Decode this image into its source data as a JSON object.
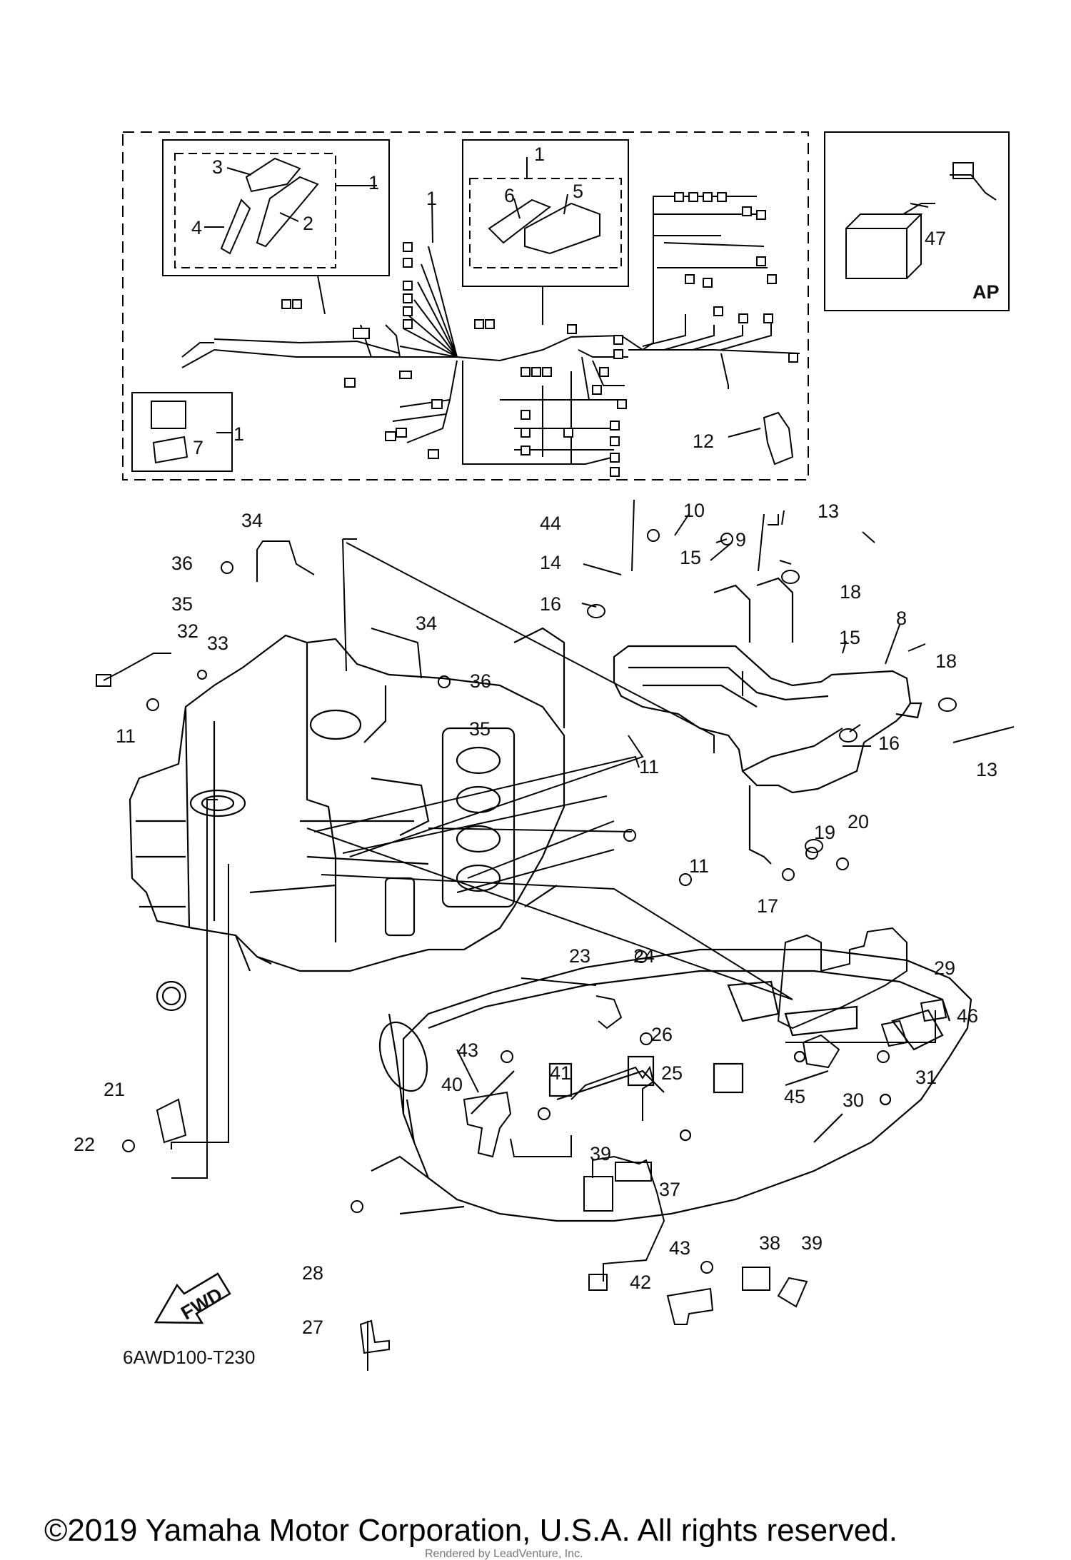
{
  "diagram": {
    "part_code": "6AWD100-T230",
    "direction_arrow": "FWD",
    "variant_box": "AP",
    "callouts": [
      "1",
      "2",
      "3",
      "4",
      "5",
      "6",
      "7",
      "8",
      "9",
      "10",
      "11",
      "12",
      "13",
      "14",
      "15",
      "16",
      "17",
      "18",
      "19",
      "20",
      "21",
      "22",
      "23",
      "24",
      "25",
      "26",
      "27",
      "28",
      "29",
      "30",
      "31",
      "32",
      "33",
      "34",
      "35",
      "36",
      "37",
      "38",
      "39",
      "40",
      "41",
      "42",
      "43",
      "44",
      "45",
      "46",
      "47"
    ]
  },
  "footer": {
    "copyright": "©2019 Yamaha Motor Corporation, U.S.A. All rights reserved.",
    "rendered_by": "Rendered by LeadVenture, Inc."
  }
}
